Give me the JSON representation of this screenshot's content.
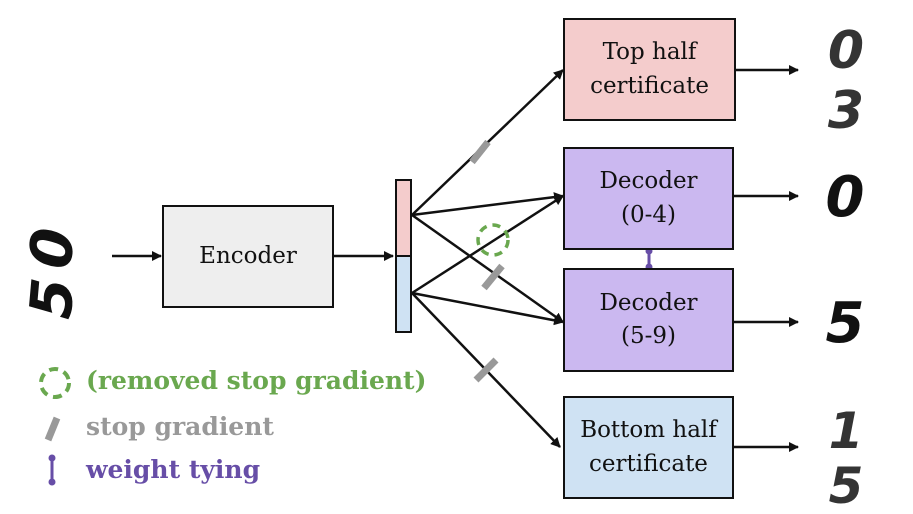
{
  "nodes": {
    "encoder": {
      "label": "Encoder",
      "fill": "#eeeeee"
    },
    "top_cert": {
      "lines": [
        "Top half",
        "certificate"
      ],
      "fill": "#f4cccc"
    },
    "dec_a": {
      "lines": [
        "Decoder",
        "(0-4)"
      ],
      "fill": "#cbb8f0"
    },
    "dec_b": {
      "lines": [
        "Decoder",
        "(5-9)"
      ],
      "fill": "#cbb8f0"
    },
    "bot_cert": {
      "lines": [
        "Bottom half",
        "certificate"
      ],
      "fill": "#cfe2f3"
    },
    "latent": {
      "top_fill": "#f4cccc",
      "bottom_fill": "#cfe2f3"
    }
  },
  "digits": {
    "input": [
      "0",
      "5"
    ],
    "top_cert_out": [
      "0",
      "3"
    ],
    "dec_a_out": "0",
    "dec_b_out": "5",
    "bot_cert_out": [
      "1",
      "5"
    ]
  },
  "legend": {
    "removed": {
      "label": "(removed stop gradient)",
      "color": "#6aa84f"
    },
    "stop": {
      "label": "stop gradient",
      "color": "#999999"
    },
    "tying": {
      "label": "weight tying",
      "color": "#674ea7"
    }
  }
}
